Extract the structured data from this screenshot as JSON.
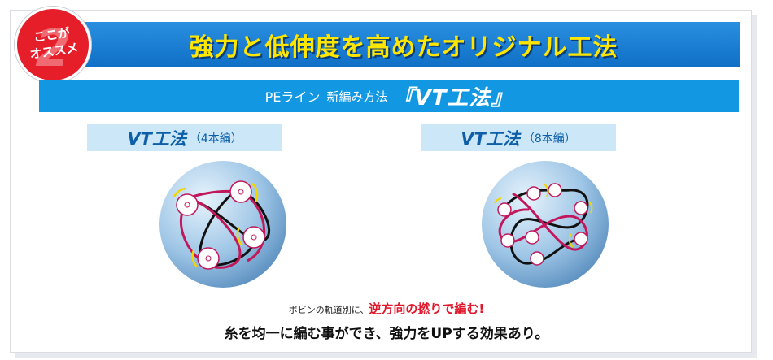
{
  "badge": {
    "line1": "ここが",
    "line2": "オススメ",
    "number": "2"
  },
  "header": {
    "title": "強力と低伸度を高めたオリジナル工法"
  },
  "subheader": {
    "part1": "PEライン",
    "part2": "新編み方法",
    "highlight": "『VT工法』"
  },
  "panels": [
    {
      "title": "VT工法",
      "subtitle": "（4本編）"
    },
    {
      "title": "VT工法",
      "subtitle": "（8本編）"
    }
  ],
  "caption": {
    "line1_prefix": "ボビンの軌道別に、",
    "line1_highlight": "逆方向の撚りで編む!",
    "line2": "糸を均一に編む事ができ、強力をUPする効果あり。"
  },
  "colors": {
    "header_blue": "#1a7fd4",
    "title_yellow": "#ffe600",
    "badge_red": "#e61e2a",
    "subheader_blue": "#1298e3",
    "panel_bg": "#cbe7f8",
    "strand_pink": "#c2185b",
    "strand_black": "#111111",
    "arrow_yellow": "#f2d600",
    "highlight_red": "#e0182d"
  }
}
